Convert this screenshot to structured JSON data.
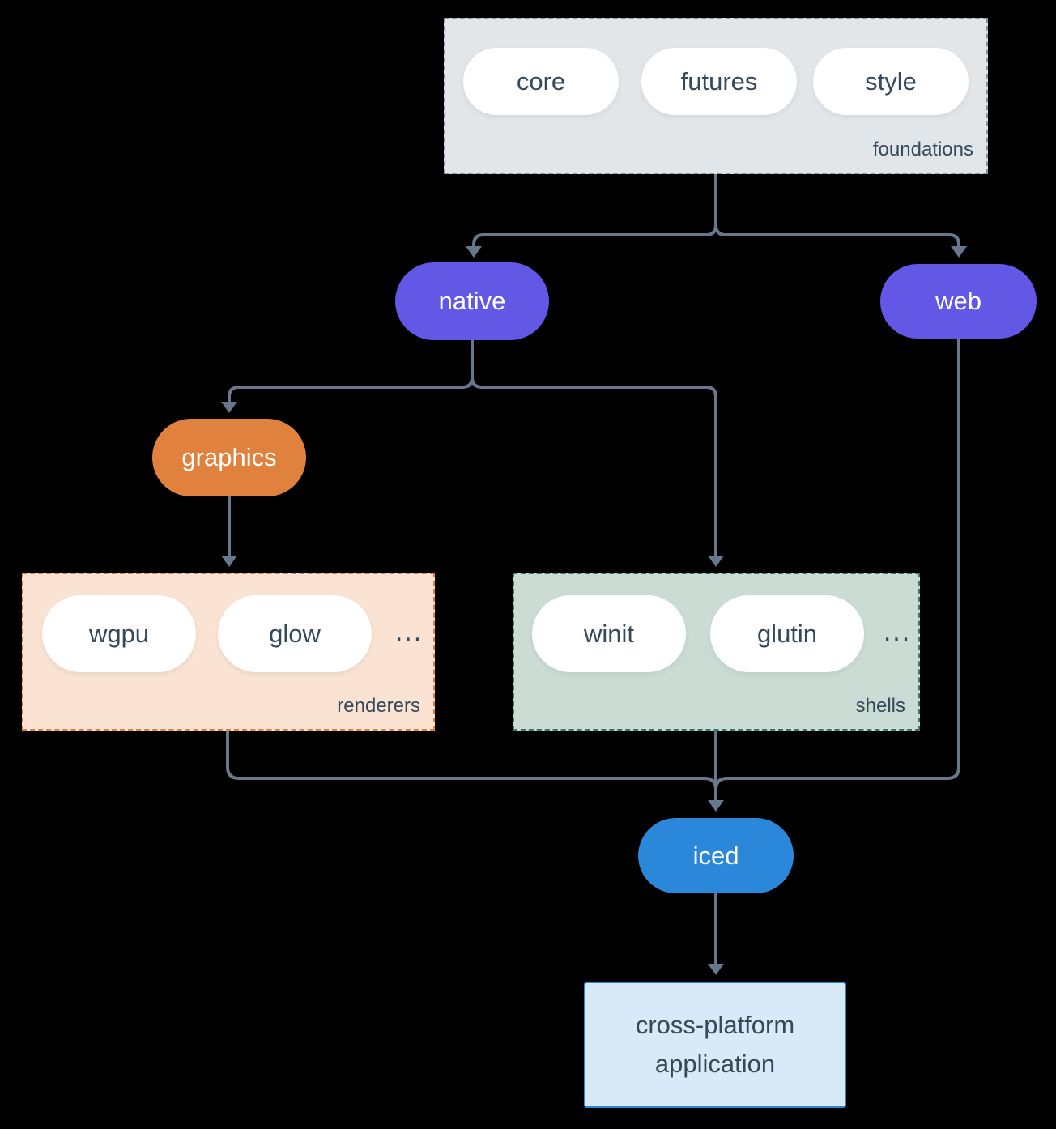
{
  "groups": {
    "foundations": {
      "label": "foundations",
      "pills": [
        "core",
        "futures",
        "style"
      ],
      "fill": "#E2E6E9",
      "border_color": "#8695A4"
    },
    "renderers": {
      "label": "renderers",
      "pills": [
        "wgpu",
        "glow"
      ],
      "ellipsis": "...",
      "fill": "#FAE3D2",
      "border_color": "#E0823E"
    },
    "shells": {
      "label": "shells",
      "pills": [
        "winit",
        "glutin"
      ],
      "ellipsis": "...",
      "fill": "#CBDCD4",
      "border_color": "#2F7D6D"
    }
  },
  "nodes": {
    "native": {
      "label": "native",
      "fill": "#6357E6"
    },
    "web": {
      "label": "web",
      "fill": "#6357E6"
    },
    "graphics": {
      "label": "graphics",
      "fill": "#E0823E"
    },
    "iced": {
      "label": "iced",
      "fill": "#2B87DA"
    },
    "application": {
      "line1": "cross-platform",
      "line2": "application",
      "fill": "#D8E9F8",
      "border_color": "#2E86DE"
    }
  },
  "colors": {
    "background": "#000000",
    "connector": "#68788C",
    "text_dark": "#36485A",
    "text_light": "#FFFFFF",
    "pill_fill": "#FFFFFF"
  }
}
